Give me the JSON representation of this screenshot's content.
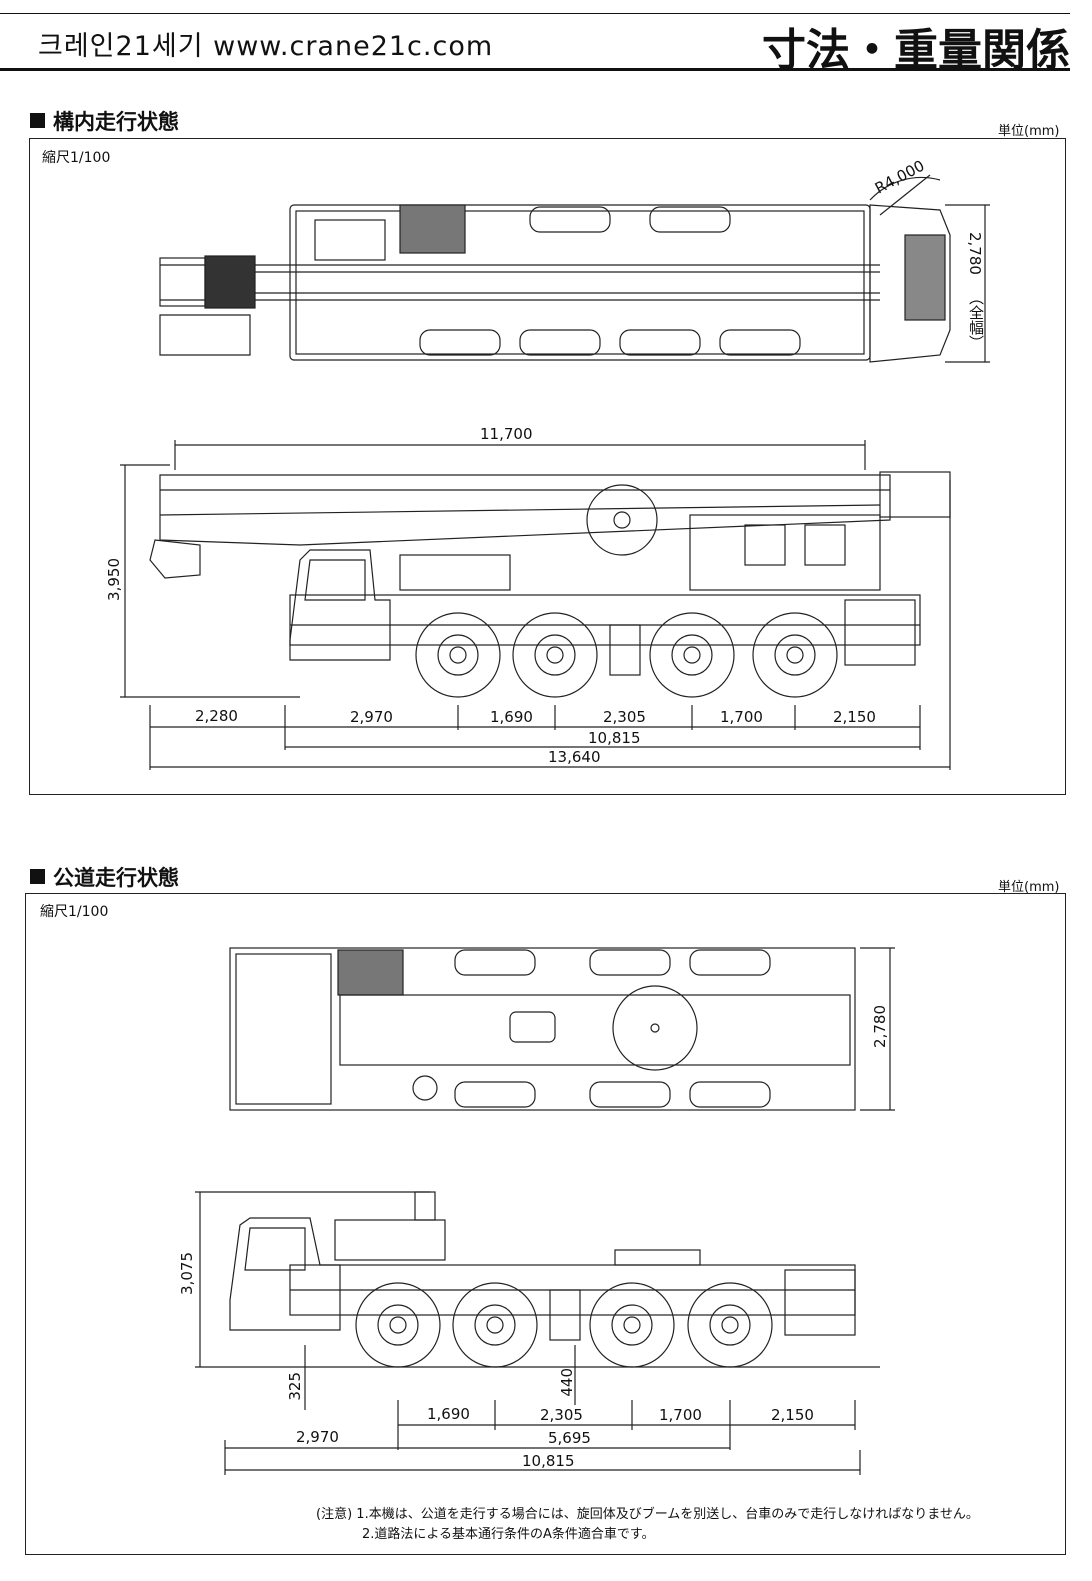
{
  "header": {
    "site": "크레인21세기 www.crane21c.com",
    "title": "寸法・重量関係"
  },
  "section1": {
    "title": "構内走行状態",
    "unit": "単位(mm)",
    "scale": "縮尺1/100",
    "dims": {
      "radius": "R4,000",
      "width": "2,780",
      "width_label": "（全幅）",
      "boom_length": "11,700",
      "height": "3,950",
      "front_overhang": "2,280",
      "axle1": "2,970",
      "axle2": "1,690",
      "axle3": "2,305",
      "axle4": "1,700",
      "rear_overhang": "2,150",
      "carrier_length": "10,815",
      "total_length": "13,640"
    }
  },
  "section2": {
    "title": "公道走行状態",
    "unit": "単位(mm)",
    "scale": "縮尺1/100",
    "dims": {
      "width": "2,780",
      "height": "3,075",
      "ground_clearance": "325",
      "axle_clearance": "440",
      "axle2": "1,690",
      "axle3": "2,305",
      "axle4": "1,700",
      "rear": "2,150",
      "front": "2,970",
      "wheelbase": "5,695",
      "total_length": "10,815"
    }
  },
  "notes": {
    "label": "(注意)",
    "line1": "1.本機は、公道を走行する場合には、旋回体及びブームを別送し、台車のみで走行しなければなりません。",
    "line2": "2.道路法による基本通行条件のA条件適合車です。"
  }
}
